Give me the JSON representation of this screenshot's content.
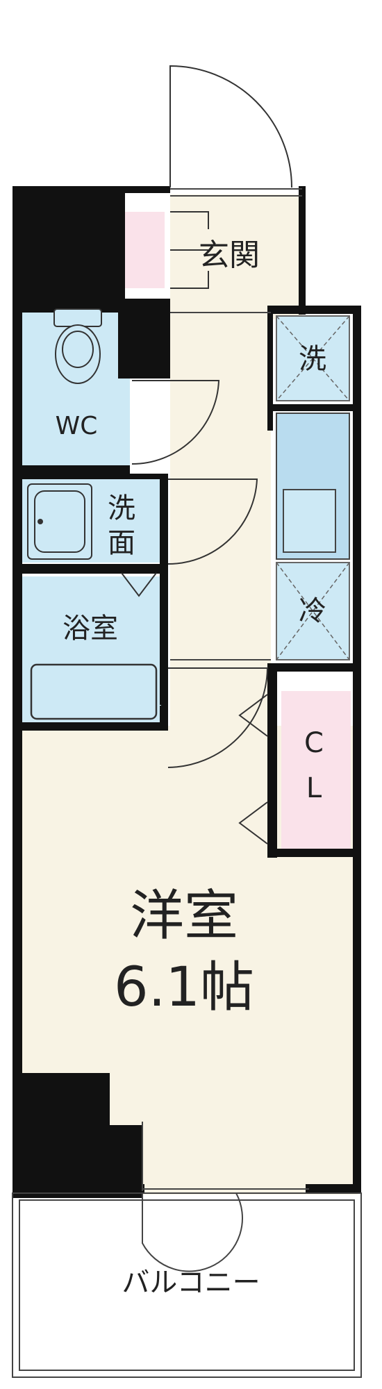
{
  "rooms": {
    "entrance": "玄関",
    "washer": "洗",
    "wc": "WC",
    "washroom_line1": "洗",
    "washroom_line2": "面",
    "fridge": "冷",
    "bathroom": "浴室",
    "closet_line1": "C",
    "closet_line2": "L",
    "western_room": "洋室",
    "western_room_area": "6.1帖",
    "balcony": "バルコニー"
  },
  "colors": {
    "wall": "#111111",
    "floor": "#f8f3e4",
    "wet_area": "#cde9f5",
    "closet": "#fae2ea",
    "kitchen": "#b9dcef"
  }
}
